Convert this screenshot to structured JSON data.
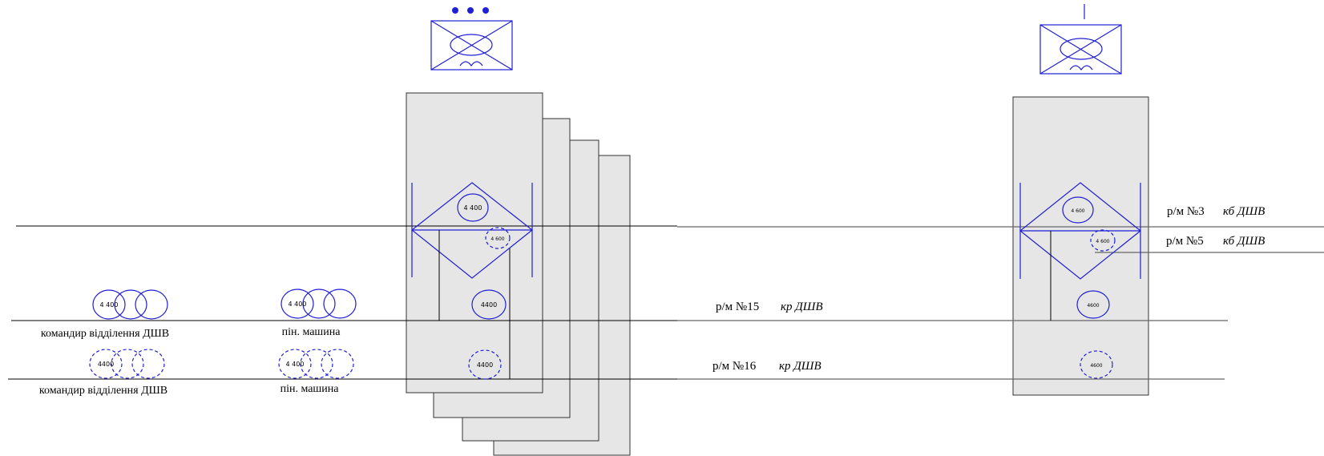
{
  "radios": {
    "r3": {
      "label": "р/м №3",
      "unit": "кб ДШВ"
    },
    "r5": {
      "label": "р/м №5",
      "unit": "кб ДШВ"
    },
    "r15": {
      "label": "р/м №15",
      "unit": "кр ДШВ"
    },
    "r16": {
      "label": "р/м №16",
      "unit": "кр ДШВ"
    }
  },
  "stations": {
    "left": {
      "top_code": "4 400",
      "inner_code": "4 600",
      "row1_code": "4400",
      "row2_code": "4400"
    },
    "right": {
      "top_code": "4 600",
      "inner_code": "4 600",
      "row1_code": "4600",
      "row2_code": "4600"
    }
  },
  "groups": {
    "row1_left": {
      "code": "4 400",
      "caption": "командир відділення ДШВ"
    },
    "row1_mid": {
      "code": "4 400",
      "caption": "пін. машина"
    },
    "row2_left": {
      "code": "4400",
      "caption": "командир відділення ДШВ"
    },
    "row2_mid": {
      "code": "4 400",
      "caption": "пін. машина"
    }
  },
  "colors": {
    "symbol": "#1f1fd6",
    "card_fill": "#e6e6e6",
    "line": "#000000",
    "line_gray": "#666666"
  },
  "icons": [
    "radio-station-icon",
    "antenna-icon",
    "three-dots-icon"
  ]
}
